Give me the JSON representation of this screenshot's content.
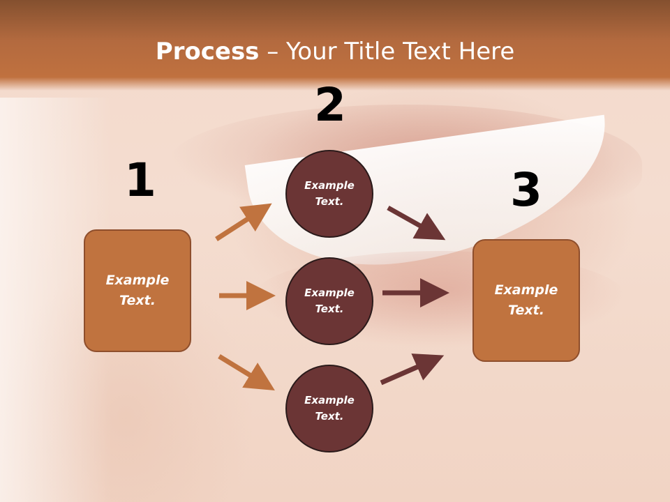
{
  "slide": {
    "title_bold": "Process",
    "title_rest": " – Your Title Text Here"
  },
  "steps": {
    "one": "1",
    "two": "2",
    "three": "3"
  },
  "boxes": {
    "left": "Example\nText.",
    "right": "Example\nText."
  },
  "circles": {
    "top": "Example\nText.",
    "middle": "Example\nText.",
    "bottom": "Example\nText."
  },
  "colors": {
    "title_band": "#b36a3f",
    "box_fill": "#c0733f",
    "circle_fill": "#6b3535",
    "arrow_left": "#c0733f",
    "arrow_right": "#6b3535"
  }
}
